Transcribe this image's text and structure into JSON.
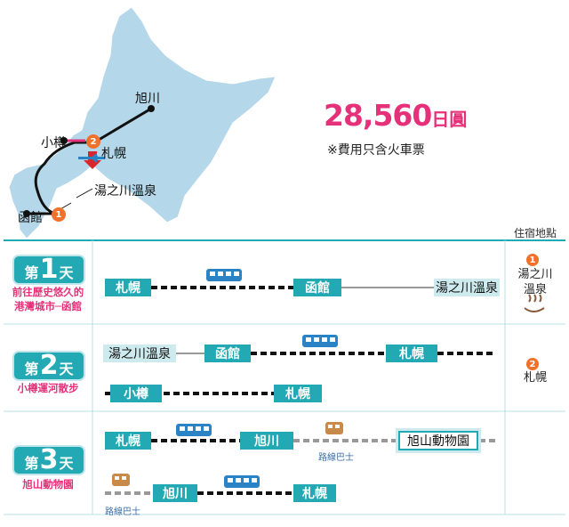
{
  "colors": {
    "teal": "#22a9b3",
    "pink": "#e6317a",
    "orange": "#f0712c",
    "red": "#d9262b",
    "map_fill": "#b4d7ea",
    "bus": "#c88a4a",
    "train": "#2a83c4"
  },
  "map": {
    "labels": {
      "asahikawa": "旭川",
      "otaru": "小樽",
      "sapporo": "札幌",
      "jozankei": "湯之川溫泉",
      "hakodate": "函館"
    },
    "markers": {
      "m1": "1",
      "m2": "2"
    },
    "icons": {
      "plane": "plane-icon",
      "arrow": "arrow-down-icon"
    }
  },
  "price": {
    "amount": "28,560",
    "unit": "日圓",
    "note": "※費用只含火車票"
  },
  "header": {
    "stay": "住宿地點"
  },
  "days": [
    {
      "pre": "第",
      "num": "1",
      "post": "天",
      "subtitle": "前往歷史悠久的\n港灣城市─函館",
      "rows": [
        [
          "札幌",
          "函館",
          "湯之川溫泉"
        ]
      ],
      "stay": {
        "num": "1",
        "name": "湯之川\n溫泉",
        "icon": "onsen-icon"
      }
    },
    {
      "pre": "第",
      "num": "2",
      "post": "天",
      "subtitle": "小樽運河散步",
      "rows": [
        [
          "湯之川溫泉",
          "函館",
          "札幌"
        ],
        [
          "小樽",
          "札幌"
        ]
      ],
      "stay": {
        "num": "2",
        "name": "札幌"
      }
    },
    {
      "pre": "第",
      "num": "3",
      "post": "天",
      "subtitle": "旭山動物園",
      "rows": [
        [
          "札幌",
          "旭川",
          "旭山動物園"
        ],
        [
          "旭川",
          "札幌"
        ]
      ],
      "bus_label": "路線巴士"
    }
  ]
}
